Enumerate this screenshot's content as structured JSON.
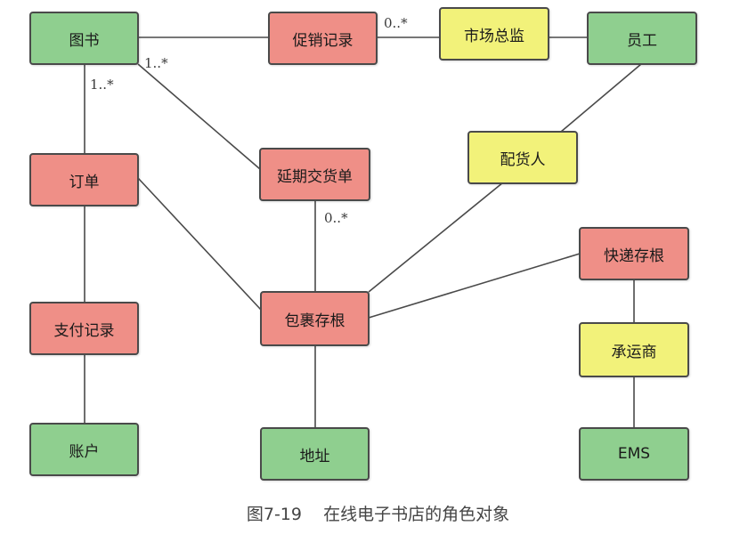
{
  "colors": {
    "green": "#8fcf8f",
    "red": "#ef8f87",
    "yellow": "#f2f27a",
    "line": "#4a4a4a",
    "border": "#4a4a4a"
  },
  "nodes": {
    "book": {
      "label": "图书",
      "color": "green"
    },
    "promotion": {
      "label": "促销记录",
      "color": "red"
    },
    "market_director": {
      "label": "市场总监",
      "color": "yellow"
    },
    "employee": {
      "label": "员工",
      "color": "green"
    },
    "order": {
      "label": "订单",
      "color": "red"
    },
    "backorder": {
      "label": "延期交货单",
      "color": "red"
    },
    "distributor": {
      "label": "配货人",
      "color": "yellow"
    },
    "courier_stub": {
      "label": "快递存根",
      "color": "red"
    },
    "payment": {
      "label": "支付记录",
      "color": "red"
    },
    "parcel_stub": {
      "label": "包裹存根",
      "color": "red"
    },
    "carrier": {
      "label": "承运商",
      "color": "yellow"
    },
    "account": {
      "label": "账户",
      "color": "green"
    },
    "address": {
      "label": "地址",
      "color": "green"
    },
    "ems": {
      "label": "EMS",
      "color": "green"
    }
  },
  "multiplicities": {
    "promotion_director": "0..*",
    "book_backorder": "1..*",
    "book_order": "1..*",
    "backorder_parcel": "0..*"
  },
  "caption": "图7-19    在线电子书店的角色对象"
}
